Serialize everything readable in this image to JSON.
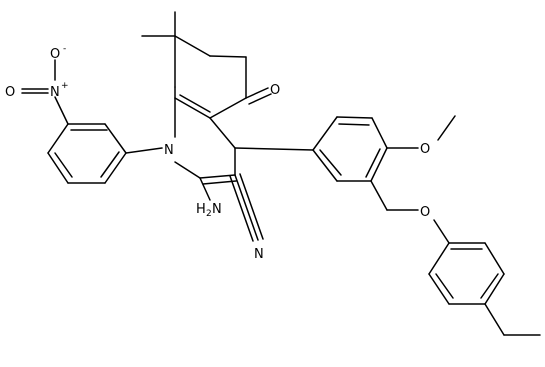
{
  "molecule": {
    "labels": {
      "nitro_O_top": "O",
      "nitro_O_top_charge": "-",
      "nitro_O_left": "O",
      "nitro_N": "N",
      "nitro_N_charge": "+",
      "ring_N": "N",
      "carbonyl_O": "O",
      "amino_H": "H",
      "amino_sub": "2",
      "amino_N": "N",
      "nitrile_N": "N",
      "methoxy_O": "O",
      "ether_O": "O"
    }
  }
}
